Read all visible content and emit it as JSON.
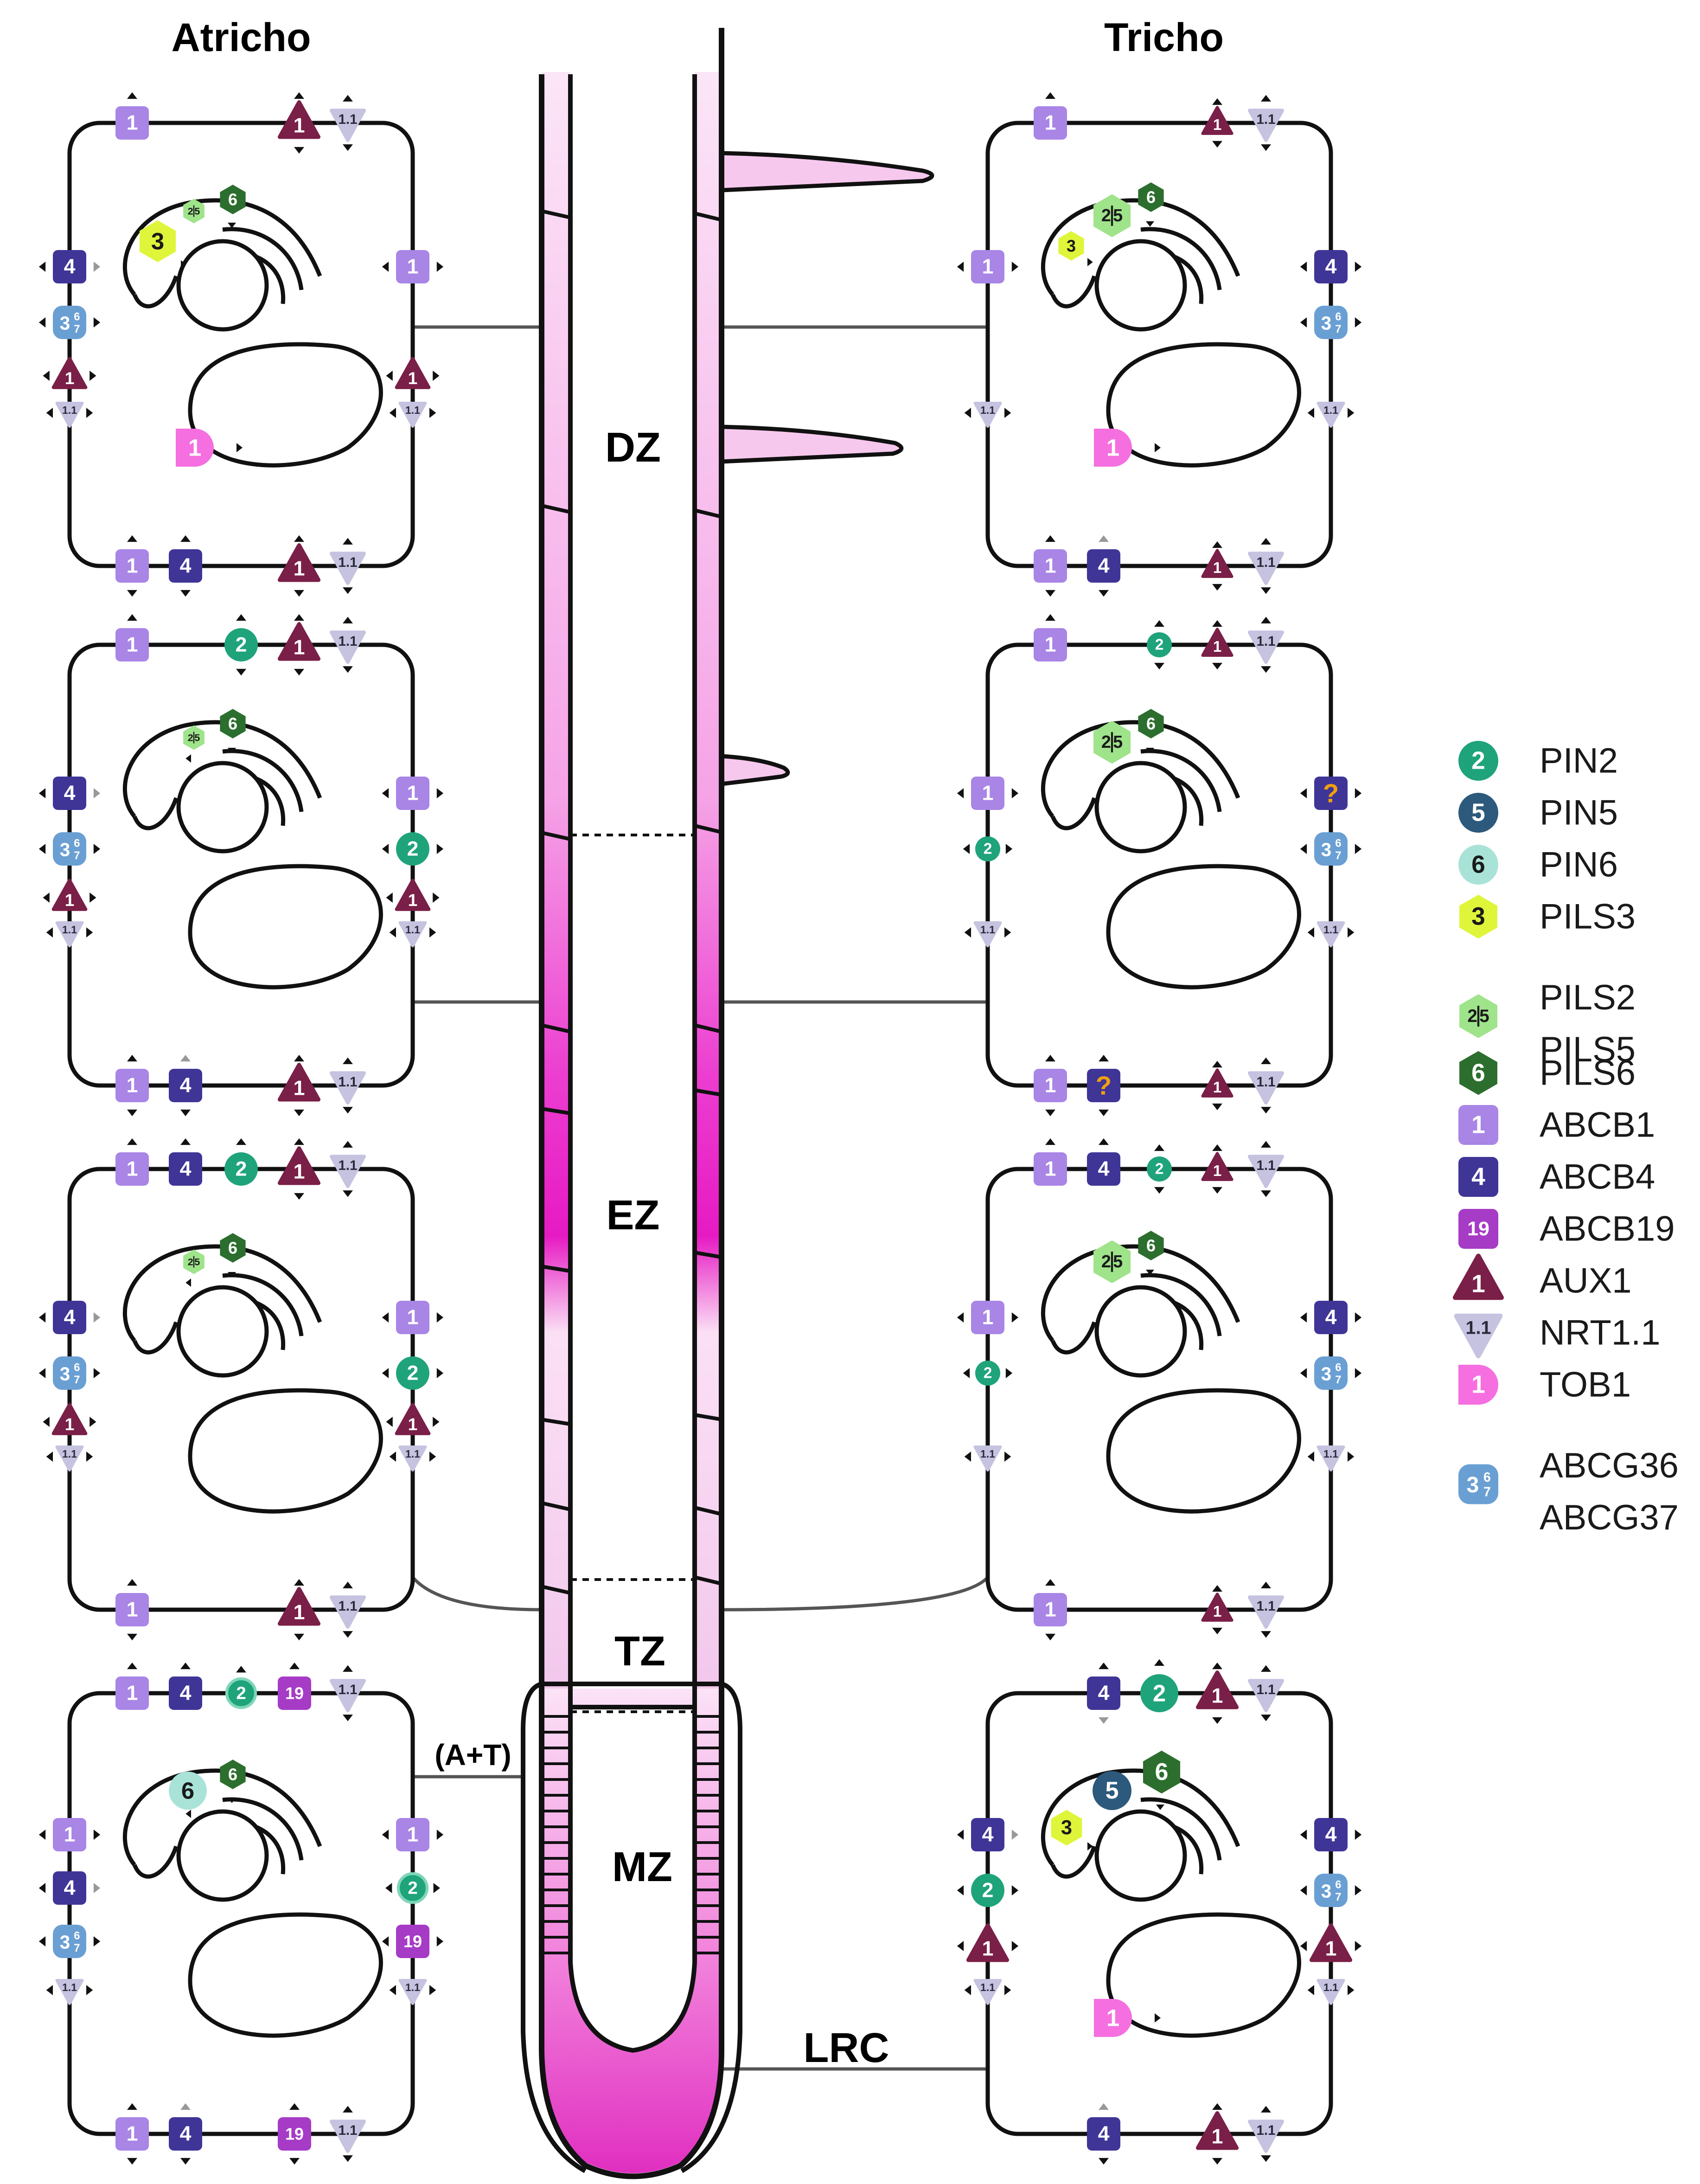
{
  "headers": {
    "left": "Atricho",
    "right": "Tricho"
  },
  "zones": {
    "dz": "DZ",
    "ez": "EZ",
    "tz": "TZ",
    "mz": "MZ",
    "lrc": "LRC",
    "at": "(A+T)"
  },
  "colors": {
    "PIN2": "#1fa37a",
    "PIN5": "#2d5a7c",
    "PIN6": "#a9e3d8",
    "PILS3": "#dff53a",
    "PILS25": "#9fe38a",
    "PILS6": "#2c6e2e",
    "ABCB1": "#a985e6",
    "ABCB4": "#3f3597",
    "ABCB19": "#a63bc6",
    "AUX1": "#7a1f47",
    "NRT11": "#c5c3e0",
    "TOB1": "#f56fe0",
    "ABCG": "#6a9fd3",
    "root": "#ec1ec6",
    "question": "#f0a010"
  },
  "legend": [
    {
      "key": "PIN2",
      "shape": "circle",
      "glyph": "2",
      "label": "PIN2"
    },
    {
      "key": "PIN5",
      "shape": "circle",
      "glyph": "5",
      "label": "PIN5"
    },
    {
      "key": "PIN6",
      "shape": "circle",
      "glyph": "6",
      "label": "PIN6"
    },
    {
      "key": "PILS3",
      "shape": "hex",
      "glyph": "3",
      "label": "PILS3"
    },
    {
      "key": "PILS25",
      "shape": "hex",
      "glyph": "2|5",
      "label": "PILS2",
      "label2": "PILS5"
    },
    {
      "key": "PILS6",
      "shape": "hex",
      "glyph": "6",
      "label": "PILS6"
    },
    {
      "key": "ABCB1",
      "shape": "square",
      "glyph": "1",
      "label": "ABCB1"
    },
    {
      "key": "ABCB4",
      "shape": "square",
      "glyph": "4",
      "label": "ABCB4"
    },
    {
      "key": "ABCB19",
      "shape": "square",
      "glyph": "19",
      "label": "ABCB19"
    },
    {
      "key": "AUX1",
      "shape": "tri",
      "glyph": "1",
      "label": "AUX1"
    },
    {
      "key": "NRT11",
      "shape": "nrt",
      "glyph": "1.1",
      "label": "NRT1.1"
    },
    {
      "key": "TOB1",
      "shape": "tob",
      "glyph": "1",
      "label": "TOB1"
    },
    {
      "key": "ABCG",
      "shape": "abcg",
      "glyph": "3 6/7",
      "label": "ABCG36",
      "label2": "ABCG37"
    }
  ],
  "badge_glyphs": {
    "question": "?"
  }
}
